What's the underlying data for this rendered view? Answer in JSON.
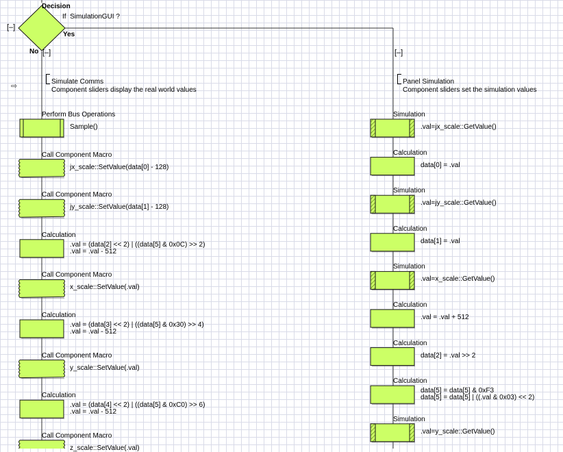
{
  "colors": {
    "box_fill": "#ccff66",
    "box_stroke": "#1a1a1a",
    "hatch": "#6a8a1a",
    "wire": "#333333"
  },
  "decision": {
    "title": "Decision",
    "condition": "If  SimulationGUI ?",
    "yes_label": "Yes",
    "no_label": "No",
    "collapse_toggle": "[–]"
  },
  "left_branch": {
    "collapse_toggle": "[–]",
    "comment_title": "Simulate Comms",
    "comment_text": "Component sliders display the real world values",
    "arrow_icon": "arrow-right-icon",
    "steps": [
      {
        "kind": "bus",
        "title": "Perform Bus Operations",
        "lines": [
          "Sample()"
        ]
      },
      {
        "kind": "macro",
        "title": "Call Component Macro",
        "lines": [
          "jx_scale::SetValue(data[0] - 128)"
        ]
      },
      {
        "kind": "macro",
        "title": "Call Component Macro",
        "lines": [
          "jy_scale::SetValue(data[1] - 128)"
        ]
      },
      {
        "kind": "calc",
        "title": "Calculation",
        "lines": [
          ".val = (data[2] << 2) | ((data[5] & 0x0C) >> 2)",
          ".val = .val - 512"
        ]
      },
      {
        "kind": "macro",
        "title": "Call Component Macro",
        "lines": [
          "x_scale::SetValue(.val)"
        ]
      },
      {
        "kind": "calc",
        "title": "Calculation",
        "lines": [
          ".val = (data[3] << 2) | ((data[5] & 0x30) >> 4)",
          ".val = .val - 512"
        ]
      },
      {
        "kind": "macro",
        "title": "Call Component Macro",
        "lines": [
          "y_scale::SetValue(.val)"
        ]
      },
      {
        "kind": "calc",
        "title": "Calculation",
        "lines": [
          ".val = (data[4] << 2) | ((data[5] & 0xC0) >> 6)",
          ".val = .val - 512"
        ]
      },
      {
        "kind": "macro",
        "title": "Call Component Macro",
        "lines": [
          "z_scale::SetValue(.val)"
        ]
      }
    ]
  },
  "right_branch": {
    "collapse_toggle": "[–]",
    "comment_title": "Panel Simulation",
    "comment_text": "Component sliders set the simulation values",
    "steps": [
      {
        "kind": "sim",
        "title": "Simulation",
        "lines": [
          ".val=jx_scale::GetValue()"
        ]
      },
      {
        "kind": "calc",
        "title": "Calculation",
        "lines": [
          "data[0] = .val"
        ]
      },
      {
        "kind": "sim",
        "title": "Simulation",
        "lines": [
          ".val=jy_scale::GetValue()"
        ]
      },
      {
        "kind": "calc",
        "title": "Calculation",
        "lines": [
          "data[1] = .val"
        ]
      },
      {
        "kind": "sim",
        "title": "Simulation",
        "lines": [
          ".val=x_scale::GetValue()"
        ]
      },
      {
        "kind": "calc",
        "title": "Calculation",
        "lines": [
          ".val = .val + 512"
        ]
      },
      {
        "kind": "calc",
        "title": "Calculation",
        "lines": [
          "data[2] = .val >> 2"
        ]
      },
      {
        "kind": "calc",
        "title": "Calculation",
        "lines": [
          "data[5] = data[5] & 0xF3",
          "data[5] = data[5] | ((.val & 0x03) << 2)"
        ]
      },
      {
        "kind": "sim",
        "title": "Simulation",
        "lines": [
          ".val=y_scale::GetValue()"
        ]
      }
    ]
  }
}
